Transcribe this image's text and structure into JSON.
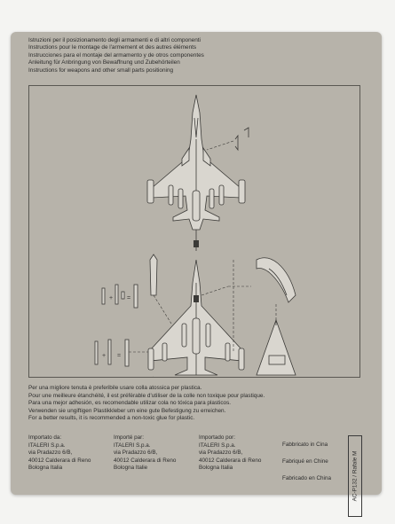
{
  "header": {
    "lines": [
      "Istruzioni per il posizionamento degli armamenti e di altri componenti",
      "Instructions pour le montage de l'armement et des autres éléments",
      "Instrucciones para el montaje del armamento y de otros componentes",
      "Anleitung für Anbringung von Bewaffnung und Zubehörteilen",
      "Instructions for weapons and other small parts positioning"
    ]
  },
  "glue_notice": {
    "lines": [
      "Per una migliore tenuta è preferibile usare colla atossica per plastica.",
      "Pour une meilleure étanchéité, il est préférable d'utiliser de la colle non toxique pour plastique.",
      "Para una mejor adhesión, es recomendable utilizar cola no tóxica para plasticos.",
      "Verwenden sie ungiftigen Plastikkleber um eine gute Befestigung zu erreichen.",
      "For a better results, it is recommended a non-toxic glue for plastic."
    ]
  },
  "importers": [
    {
      "lines": [
        "Importato da:",
        "ITALERI S.p.a.",
        "via Pradazzo 6/B,",
        "40012 Calderara di Reno",
        "Bologna Italia"
      ]
    },
    {
      "lines": [
        "Importé par:",
        "ITALERI S.p.a.",
        "via Pradazzo 6/B,",
        "40012 Calderara di Reno",
        "Bologna Italie"
      ]
    },
    {
      "lines": [
        "Importado por:",
        "ITALERI S.p.a.",
        "via Pradazzo 6/B,",
        "40012 Calderara di Reno",
        "Bologna Italia"
      ]
    }
  ],
  "made_in": {
    "lines": [
      "Fabbricato in Cina",
      "Fabriqué en Chine",
      "Fabricado en China"
    ]
  },
  "product_code": "AC-P132 / Rafale M",
  "colors": {
    "card": "#b7b3aa",
    "ink": "#3b3a37",
    "background": "#f4f4f2"
  }
}
